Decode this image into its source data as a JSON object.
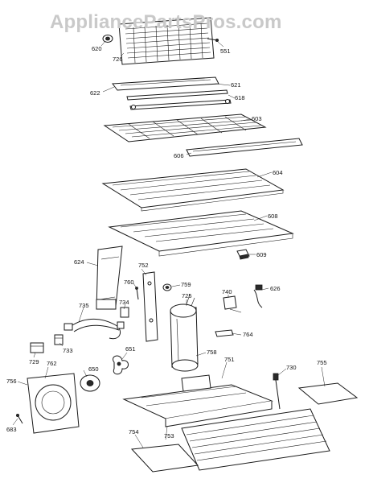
{
  "watermark": {
    "text": "AppliancePartsPros.com"
  },
  "diagram": {
    "labels": [
      {
        "id": "p620",
        "text": "620"
      },
      {
        "id": "p726",
        "text": "726"
      },
      {
        "id": "p551",
        "text": "551"
      },
      {
        "id": "p622",
        "text": "622"
      },
      {
        "id": "p621",
        "text": "621"
      },
      {
        "id": "p618",
        "text": "618"
      },
      {
        "id": "p603",
        "text": "603"
      },
      {
        "id": "p606",
        "text": "606"
      },
      {
        "id": "p604",
        "text": "604"
      },
      {
        "id": "p608",
        "text": "608"
      },
      {
        "id": "p609",
        "text": "609"
      },
      {
        "id": "p624",
        "text": "624"
      },
      {
        "id": "p752",
        "text": "752"
      },
      {
        "id": "p760",
        "text": "760"
      },
      {
        "id": "p759",
        "text": "759"
      },
      {
        "id": "p626",
        "text": "626"
      },
      {
        "id": "p725",
        "text": "725"
      },
      {
        "id": "p740",
        "text": "740"
      },
      {
        "id": "p735",
        "text": "735"
      },
      {
        "id": "p734",
        "text": "734"
      },
      {
        "id": "p764",
        "text": "764"
      },
      {
        "id": "p733",
        "text": "733"
      },
      {
        "id": "p729",
        "text": "729"
      },
      {
        "id": "p651",
        "text": "651"
      },
      {
        "id": "p758",
        "text": "758"
      },
      {
        "id": "p751",
        "text": "751"
      },
      {
        "id": "p730",
        "text": "730"
      },
      {
        "id": "p755",
        "text": "755"
      },
      {
        "id": "p762",
        "text": "762"
      },
      {
        "id": "p756",
        "text": "756"
      },
      {
        "id": "p650",
        "text": "650"
      },
      {
        "id": "p683",
        "text": "683"
      },
      {
        "id": "p754",
        "text": "754"
      },
      {
        "id": "p753",
        "text": "753"
      }
    ]
  }
}
